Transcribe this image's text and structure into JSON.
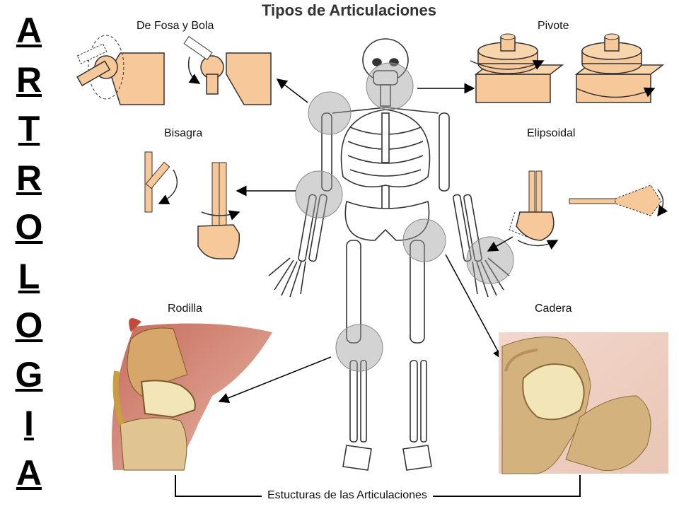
{
  "vertical_title": [
    "A",
    "R",
    "T",
    "R",
    "O",
    "L",
    "O",
    "G",
    "I",
    "A"
  ],
  "title": "Tipos de Articulaciones",
  "labels": {
    "ball_socket": "De Fosa y Bola",
    "pivot": "Pivote",
    "hinge": "Bisagra",
    "ellipsoid": "Elipsoidal",
    "knee": "Rodilla",
    "hip": "Cadera"
  },
  "caption": "Estucturas de las Articulaciones",
  "colors": {
    "bone": "#f7c99a",
    "bone_stroke": "#5a4a3a",
    "highlight": "#bdbdbd",
    "cartilage": "#f2e6b8",
    "muscle": "#c77a6a"
  }
}
